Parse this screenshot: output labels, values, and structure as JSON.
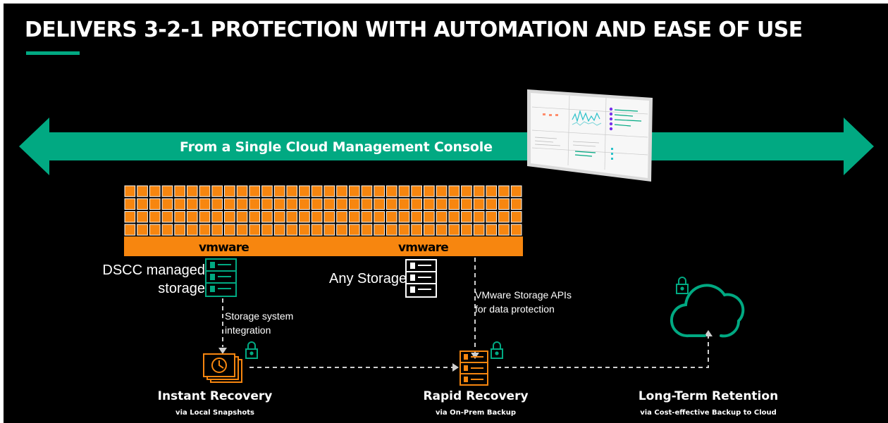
{
  "title": "DELIVERS 3-2-1 PROTECTION WITH AUTOMATION AND EASE OF USE",
  "banner": {
    "label": "From a Single Cloud Management Console"
  },
  "vmware": {
    "left_label": "vmware",
    "right_label": "vmware"
  },
  "storage": {
    "dscc_line1": "DSCC managed",
    "dscc_line2": "storage",
    "any_storage": "Any Storage"
  },
  "connectors": {
    "storage_integration_line1": "Storage system",
    "storage_integration_line2": "integration",
    "vmware_apis_line1": "VMware Storage APIs",
    "vmware_apis_line2": "for data protection"
  },
  "stages": [
    {
      "title": "Instant Recovery",
      "subtitle": "via Local Snapshots"
    },
    {
      "title": "Rapid Recovery",
      "subtitle": "via On-Prem Backup"
    },
    {
      "title": "Long-Term Retention",
      "subtitle": "via Cost-effective Backup to Cloud"
    }
  ],
  "colors": {
    "accent_green": "#01a982",
    "vmware_orange": "#f7860f",
    "background": "#000000",
    "text": "#ffffff"
  },
  "icons": [
    "server-rack-icon",
    "clock-snapshot-icon",
    "lock-icon",
    "cloud-icon",
    "console-screenshot"
  ]
}
